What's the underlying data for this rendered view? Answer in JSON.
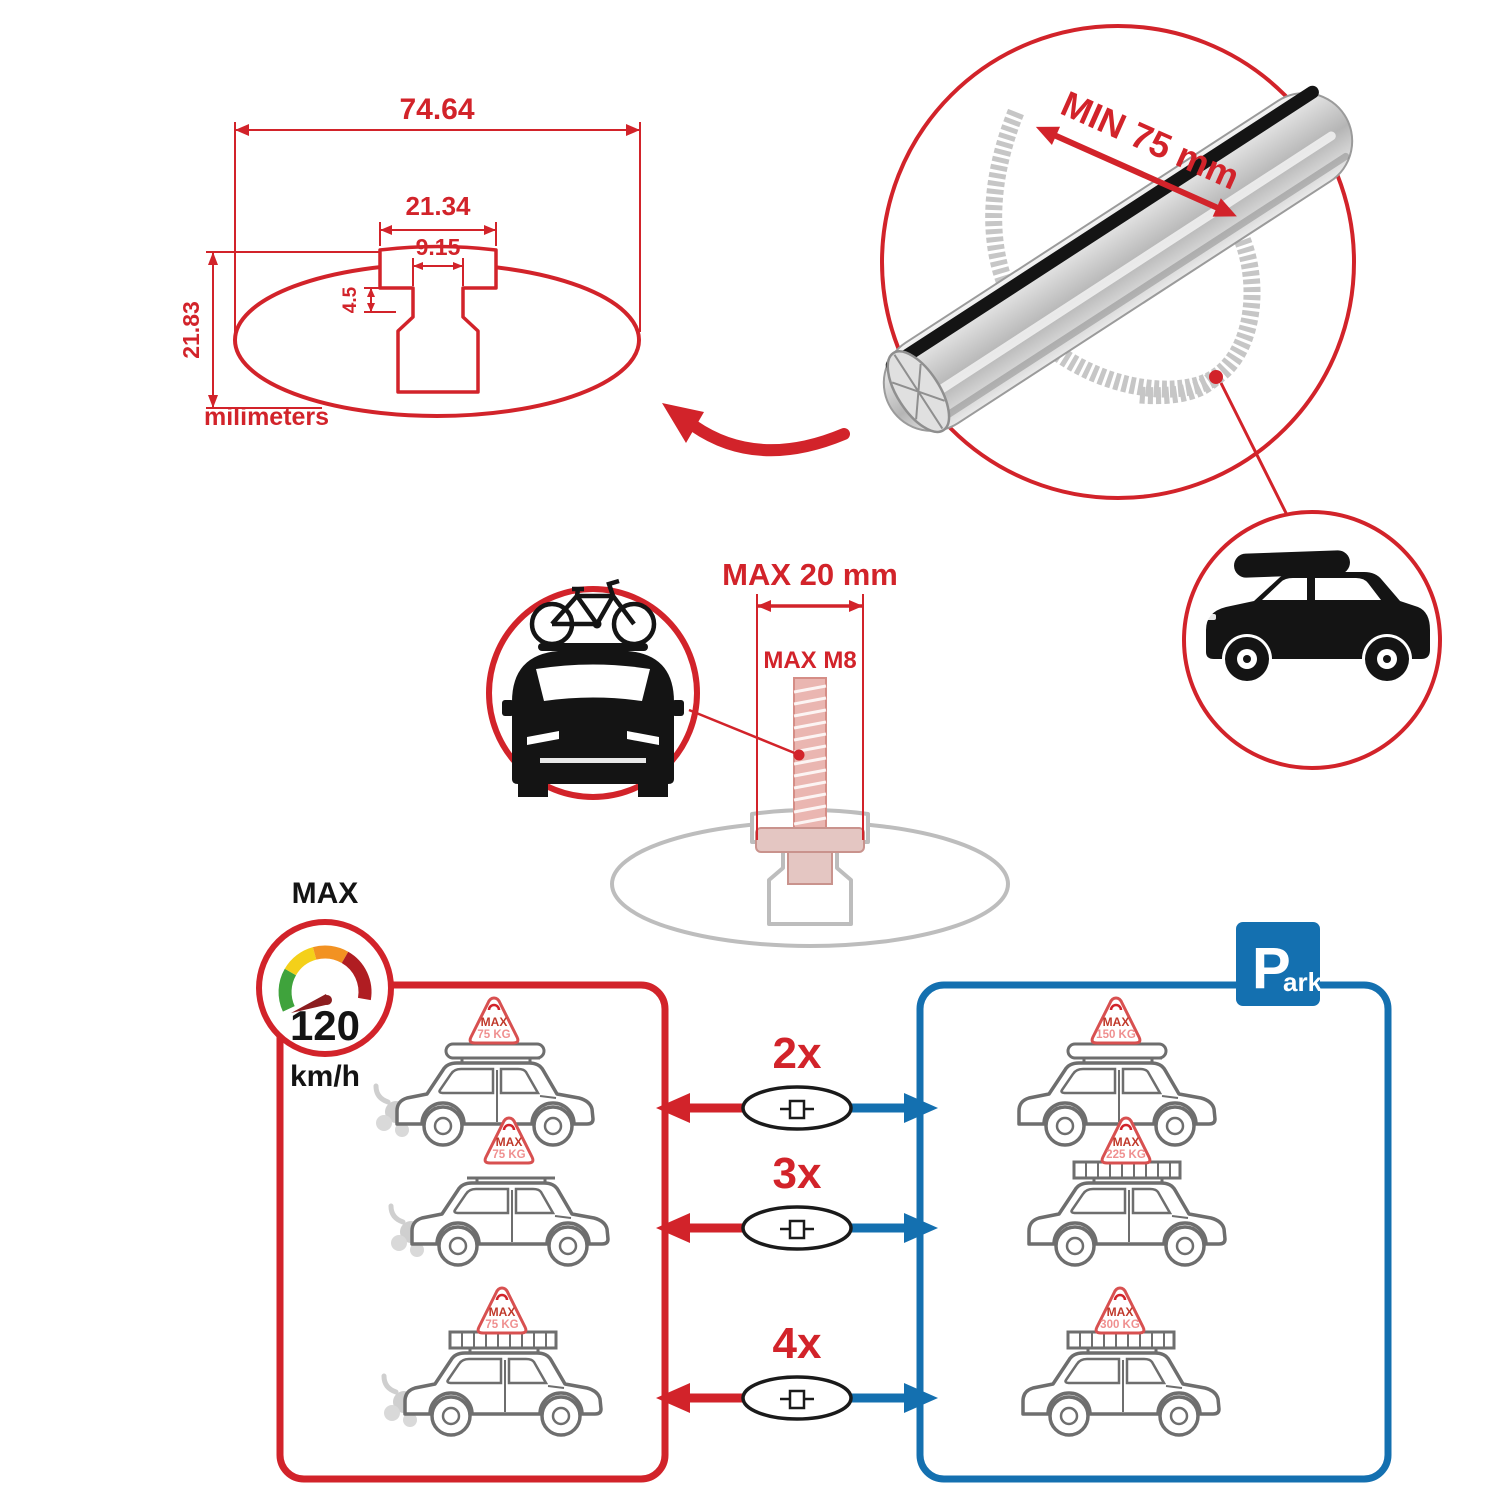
{
  "colors": {
    "red": "#d2232a",
    "blue": "#1470b0",
    "gauge_green": "#3fa33c",
    "gauge_yellow": "#f4d019",
    "gauge_orange": "#f29222",
    "gauge_red": "#b01d22",
    "line_gray": "#6e6e6e"
  },
  "cross_section": {
    "total_width": "74.64",
    "slot_outer_width": "21.34",
    "slot_inner_width": "9.15",
    "lip_depth": "4.5",
    "total_height": "21.83",
    "units_label": "milimeters"
  },
  "bar_detail": {
    "min_clamp_span": "MIN 75 mm"
  },
  "bolt_detail": {
    "max_width": "MAX 20 mm",
    "max_thread": "MAX M8"
  },
  "speed_gauge": {
    "label": "MAX",
    "value": "120",
    "units": "km/h"
  },
  "park_sign": {
    "letter": "P",
    "suffix": "ark"
  },
  "comparison_rows": [
    {
      "multiplier": "2x",
      "driving": {
        "line1": "MAX",
        "line2": "75 KG"
      },
      "parked": {
        "line1": "MAX",
        "line2": "150 KG"
      }
    },
    {
      "multiplier": "3x",
      "driving": {
        "line1": "MAX",
        "line2": "75 KG"
      },
      "parked": {
        "line1": "MAX",
        "line2": "225 KG"
      }
    },
    {
      "multiplier": "4x",
      "driving": {
        "line1": "MAX",
        "line2": "75 KG"
      },
      "parked": {
        "line1": "MAX",
        "line2": "300 KG"
      }
    }
  ]
}
